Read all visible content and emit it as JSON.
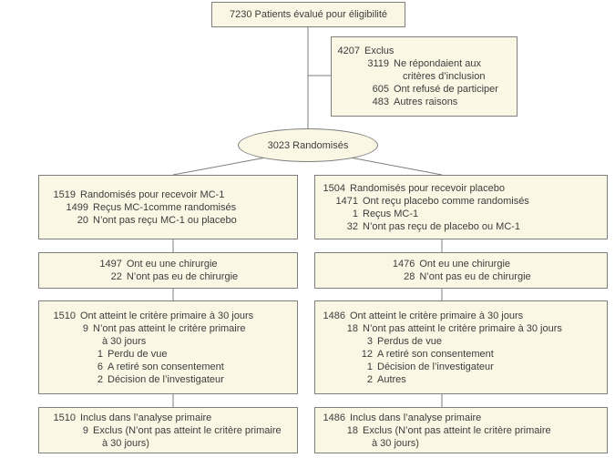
{
  "colors": {
    "box_fill": "#fbf7e5",
    "box_border": "#7e7e7e",
    "text": "#3c3c3c",
    "connector": "#7e7e7e"
  },
  "diagram": {
    "top_box": {
      "text": "7230 Patients évalué pour éligibilité"
    },
    "excluded_box": {
      "lines": [
        {
          "n": "4207",
          "t": "Exclus",
          "level": 0
        },
        {
          "n": "3119",
          "t": "Ne répondaient aux",
          "level": 1
        },
        {
          "n": "",
          "t": "critères d’inclusion",
          "level": 1,
          "cont": true
        },
        {
          "n": "605",
          "t": "Ont refusé de participer",
          "level": 1
        },
        {
          "n": "483",
          "t": "Autres raisons",
          "level": 1
        }
      ]
    },
    "randomized_ellipse": {
      "text": "3023 Randomisés"
    },
    "left_column": {
      "allocation_box": {
        "lines": [
          {
            "n": "1519",
            "t": "Randomisés pour recevoir MC-1",
            "level": 0
          },
          {
            "n": "1499",
            "t": "Reçus MC-1comme randomisés",
            "level": 1
          },
          {
            "n": "20",
            "t": "N’ont pas reçu MC-1 ou placebo",
            "level": 1
          }
        ]
      },
      "surgery_box": {
        "lines": [
          {
            "n": "1497",
            "t": "Ont eu une chirurgie",
            "level": 0
          },
          {
            "n": "22",
            "t": "N’ont pas eu de chirurgie",
            "level": 0
          }
        ]
      },
      "outcome_box": {
        "lines": [
          {
            "n": "1510",
            "t": "Ont atteint le critère primaire à 30 jours",
            "level": 0
          },
          {
            "n": "9",
            "t": "N’ont pas atteint le critère primaire",
            "level": 1
          },
          {
            "n": "",
            "t": "à 30 jours",
            "level": 1,
            "cont": true
          },
          {
            "n": "1",
            "t": "Perdu de vue",
            "level": 2
          },
          {
            "n": "6",
            "t": "A retiré son consentement",
            "level": 2
          },
          {
            "n": "2",
            "t": "Décision de l’investigateur",
            "level": 2
          }
        ]
      },
      "analysis_box": {
        "lines": [
          {
            "n": "1510",
            "t": "Inclus dans l’analyse primaire",
            "level": 0
          },
          {
            "n": "9",
            "t": "Exclus (N’ont pas atteint le critère primaire",
            "level": 1
          },
          {
            "n": "",
            "t": "à 30 jours)",
            "level": 1,
            "cont": true
          }
        ]
      }
    },
    "right_column": {
      "allocation_box": {
        "lines": [
          {
            "n": "1504",
            "t": "Randomisés pour recevoir placebo",
            "level": 0
          },
          {
            "n": "1471",
            "t": "Ont reçu placebo comme randomisés",
            "level": 1
          },
          {
            "n": "1",
            "t": "Reçus MC-1",
            "level": 1
          },
          {
            "n": "32",
            "t": "N’ont pas reçu de placebo ou MC-1",
            "level": 1
          }
        ]
      },
      "surgery_box": {
        "lines": [
          {
            "n": "1476",
            "t": "Ont eu une chirurgie",
            "level": 0
          },
          {
            "n": "28",
            "t": "N’ont pas eu de chirurgie",
            "level": 0
          }
        ]
      },
      "outcome_box": {
        "lines": [
          {
            "n": "1486",
            "t": "Ont atteint le critère primaire à 30 jours",
            "level": 0
          },
          {
            "n": "18",
            "t": "N’ont pas atteint le critère primaire à 30 jours",
            "level": 1
          },
          {
            "n": "3",
            "t": "Perdus de vue",
            "level": 2
          },
          {
            "n": "12",
            "t": "A retiré son consentement",
            "level": 2
          },
          {
            "n": "1",
            "t": "Décision de l’investigateur",
            "level": 2
          },
          {
            "n": "2",
            "t": "Autres",
            "level": 2
          }
        ]
      },
      "analysis_box": {
        "lines": [
          {
            "n": "1486",
            "t": "Inclus dans l’analyse primaire",
            "level": 0
          },
          {
            "n": "18",
            "t": "Exclus (N’ont pas atteint le critère primaire",
            "level": 1
          },
          {
            "n": "",
            "t": "à 30 jours)",
            "level": 1,
            "cont": true
          }
        ]
      }
    }
  }
}
